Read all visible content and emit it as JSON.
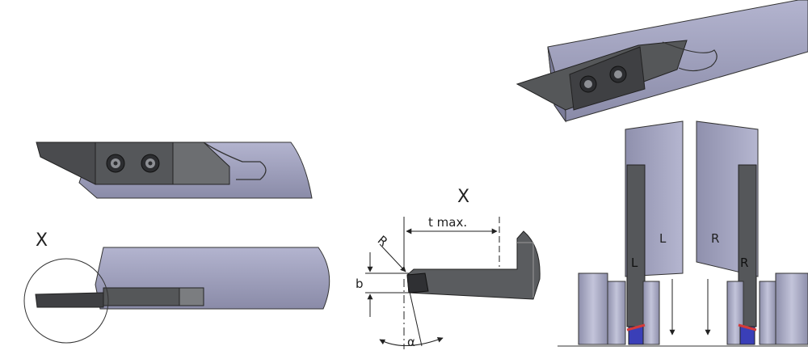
{
  "labels": {
    "detail_x_left": "X",
    "detail_x_center": "X",
    "t_max": "t max.",
    "radius": "R",
    "width_b": "b",
    "angle_alpha": "α",
    "holder_left": "L",
    "holder_right": "R",
    "insert_left": "L",
    "insert_right": "R"
  },
  "colors": {
    "holder": "#9a9bb8",
    "holder_dark": "#6e6f8c",
    "insert": "#5b5d60",
    "insert_dark": "#3a3b3e",
    "chuck": "#a9aac6",
    "accent_red": "#d43a3a",
    "accent_blue": "#3a3fb8"
  }
}
